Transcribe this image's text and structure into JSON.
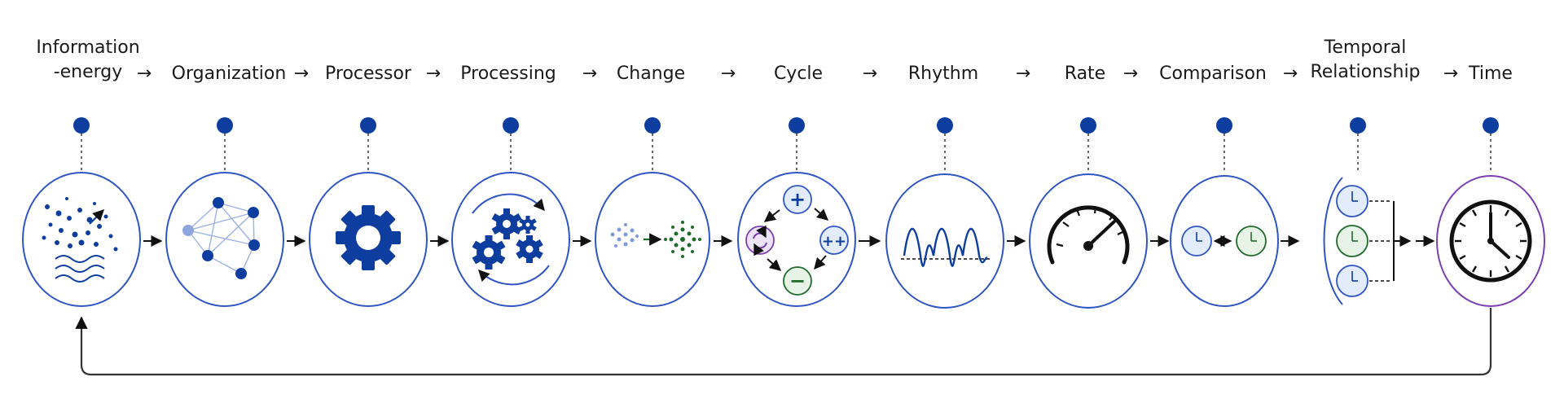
{
  "steps": [
    {
      "label_line1": "Information",
      "label_line2": "-energy"
    },
    {
      "label_line1": "",
      "label_line2": "Organization"
    },
    {
      "label_line1": "",
      "label_line2": "Processor"
    },
    {
      "label_line1": "",
      "label_line2": "Processing"
    },
    {
      "label_line1": "",
      "label_line2": "Change"
    },
    {
      "label_line1": "",
      "label_line2": "Cycle"
    },
    {
      "label_line1": "",
      "label_line2": "Rhythm"
    },
    {
      "label_line1": "",
      "label_line2": "Rate"
    },
    {
      "label_line1": "",
      "label_line2": "Comparison"
    },
    {
      "label_line1": "Temporal",
      "label_line2": "Relationship"
    },
    {
      "label_line1": "",
      "label_line2": "Time"
    }
  ],
  "flow_arrow_text": "→",
  "cycle_symbols": {
    "top": "+",
    "right": "++",
    "bottom": "−"
  },
  "colors": {
    "navy": "#0d3d9e",
    "ring": "#2f55c4",
    "dark_green": "#1f6b2c",
    "purple": "#7b3fb0",
    "black": "#111111",
    "light_blue": "#e3ecfb",
    "light_green": "#e6f3e6",
    "light_purple": "#ece3f6"
  }
}
